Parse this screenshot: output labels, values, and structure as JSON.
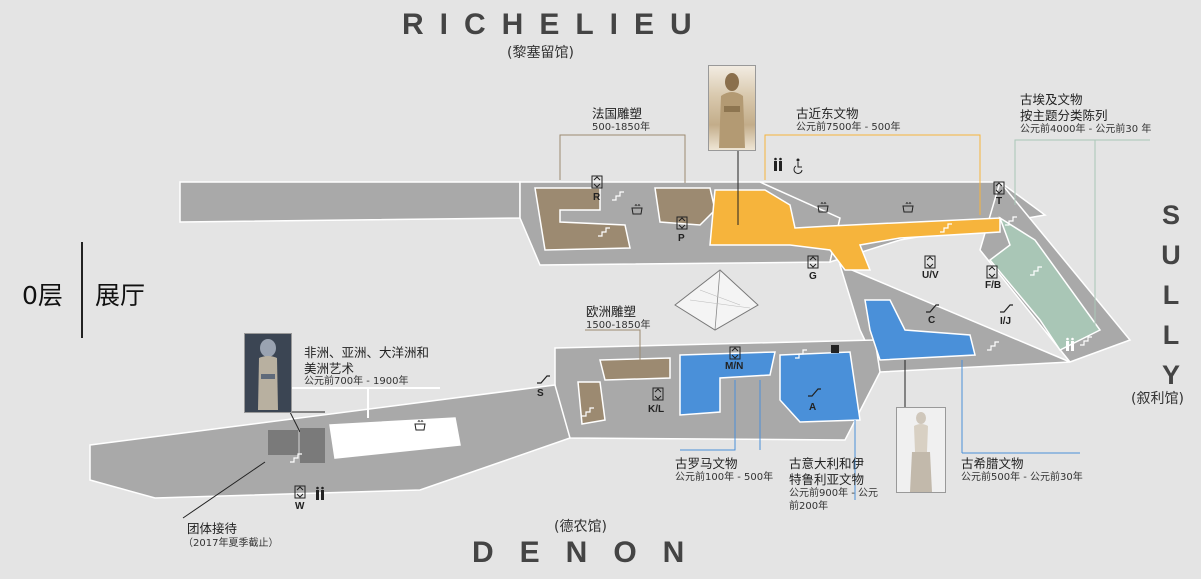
{
  "wings": {
    "richelieu": "RICHELIEU",
    "richelieu_cn": "(黎塞留馆)",
    "denon": "DENON",
    "denon_cn": "(德农馆)",
    "sully_letters": [
      "S",
      "U",
      "L",
      "L",
      "Y"
    ],
    "sully_cn": "(叙利馆)"
  },
  "floor": {
    "level": "0层",
    "hall": "展厅"
  },
  "sections": {
    "french_sculpture": {
      "title": "法国雕塑",
      "dates": "500-1850年"
    },
    "near_east": {
      "title": "古近东文物",
      "dates": "公元前7500年 - 500年"
    },
    "egypt": {
      "title1": "古埃及文物",
      "title2": "按主题分类陈列",
      "dates": "公元前4000年 - 公元前30 年"
    },
    "european_sculpture": {
      "title": "欧洲雕塑",
      "dates": "1500-1850年"
    },
    "africa": {
      "title1": "非洲、亚洲、大洋洲和",
      "title2": "美洲艺术",
      "dates": "公元前700年 - 1900年"
    },
    "roman": {
      "title": "古罗马文物",
      "dates": "公元前100年 - 500年"
    },
    "etruscan": {
      "title1": "古意大利和伊",
      "title2": "特鲁利亚文物",
      "dates1": "公元前900年 - 公元",
      "dates2": "前200年"
    },
    "greek": {
      "title": "古希腊文物",
      "dates": "公元前500年 - 公元前30年"
    },
    "groups": {
      "title": "团体接待",
      "note": "（2017年夏季截止）"
    }
  },
  "room_letters": [
    "R",
    "P",
    "G",
    "U/V",
    "T",
    "F/B",
    "C",
    "I/J",
    "M/N",
    "K/L",
    "A",
    "S",
    "W"
  ],
  "colors": {
    "background": "#e4e4e4",
    "corridor": "#a9a9a9",
    "french_sculpture": "#9c8a71",
    "near_east": "#f6b43c",
    "egypt": "#a9c6b6",
    "roman_greek": "#4a90d9",
    "africa": "#ffffff"
  },
  "icons": [
    "elevator-icon",
    "stairs-icon",
    "escalator-icon",
    "toilet-icon",
    "accessible-icon",
    "cafe-icon",
    "pyramid-icon"
  ]
}
